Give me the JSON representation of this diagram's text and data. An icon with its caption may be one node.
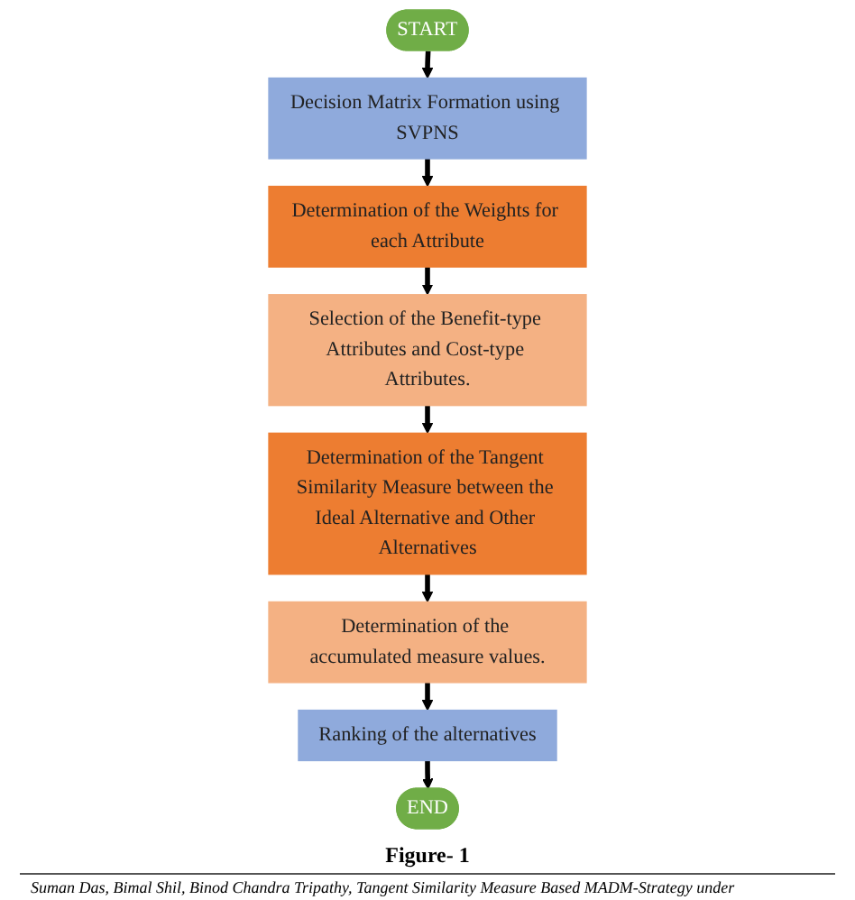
{
  "diagram": {
    "caption": "Figure- 1",
    "nodes": [
      {
        "text": [
          "START"
        ]
      },
      {
        "text": [
          "Decision Matrix Formation using SVPNS"
        ]
      },
      {
        "text": [
          "Determination of the Weights for each Attribute"
        ]
      },
      {
        "text": [
          "Selection of the Benefit-type Attributes and Cost-type Attributes."
        ]
      },
      {
        "text": [
          "Determination of the Tangent Similarity Measure between the Ideal Alternative and Other Alternatives"
        ]
      },
      {
        "text": [
          "Determination of the accumulated measure values."
        ]
      },
      {
        "text": [
          "Ranking of the alternatives"
        ]
      },
      {
        "text": [
          "END"
        ]
      }
    ],
    "edges": [
      {
        "from": 0,
        "to": 1,
        "arrow": "to"
      },
      {
        "from": 1,
        "to": 2,
        "arrow": "to"
      },
      {
        "from": 2,
        "to": 3,
        "arrow": "to"
      },
      {
        "from": 3,
        "to": 4,
        "arrow": "to"
      },
      {
        "from": 4,
        "to": 5,
        "arrow": "to"
      },
      {
        "from": 5,
        "to": 6,
        "arrow": "to"
      },
      {
        "from": 6,
        "to": 7,
        "arrow": "to"
      }
    ],
    "labels": [
      "Suman Das, Bimal Shil, Binod Chandra Tripathy, Tangent Similarity Measure Based MADM-Strategy under"
    ]
  }
}
